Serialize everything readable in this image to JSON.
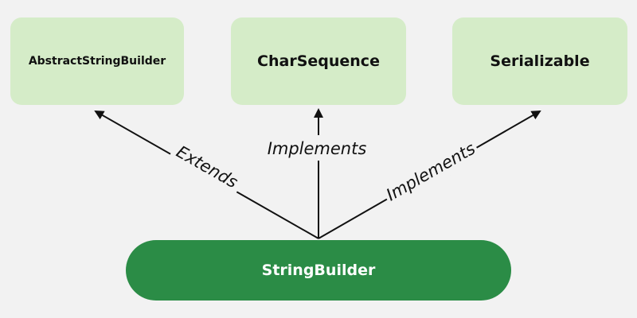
{
  "nodes": {
    "abstract_string_builder": "AbstractStringBuilder",
    "char_sequence": "CharSequence",
    "serializable": "Serializable",
    "string_builder": "StringBuilder"
  },
  "edges": {
    "extends_label": "Extends",
    "implements_charseq_label": "Implements",
    "implements_serializable_label": "Implements"
  },
  "colors": {
    "background": "#f2f2f2",
    "parent_box": "#d5ecc8",
    "child_box": "#2b8c46",
    "arrow": "#111111"
  }
}
